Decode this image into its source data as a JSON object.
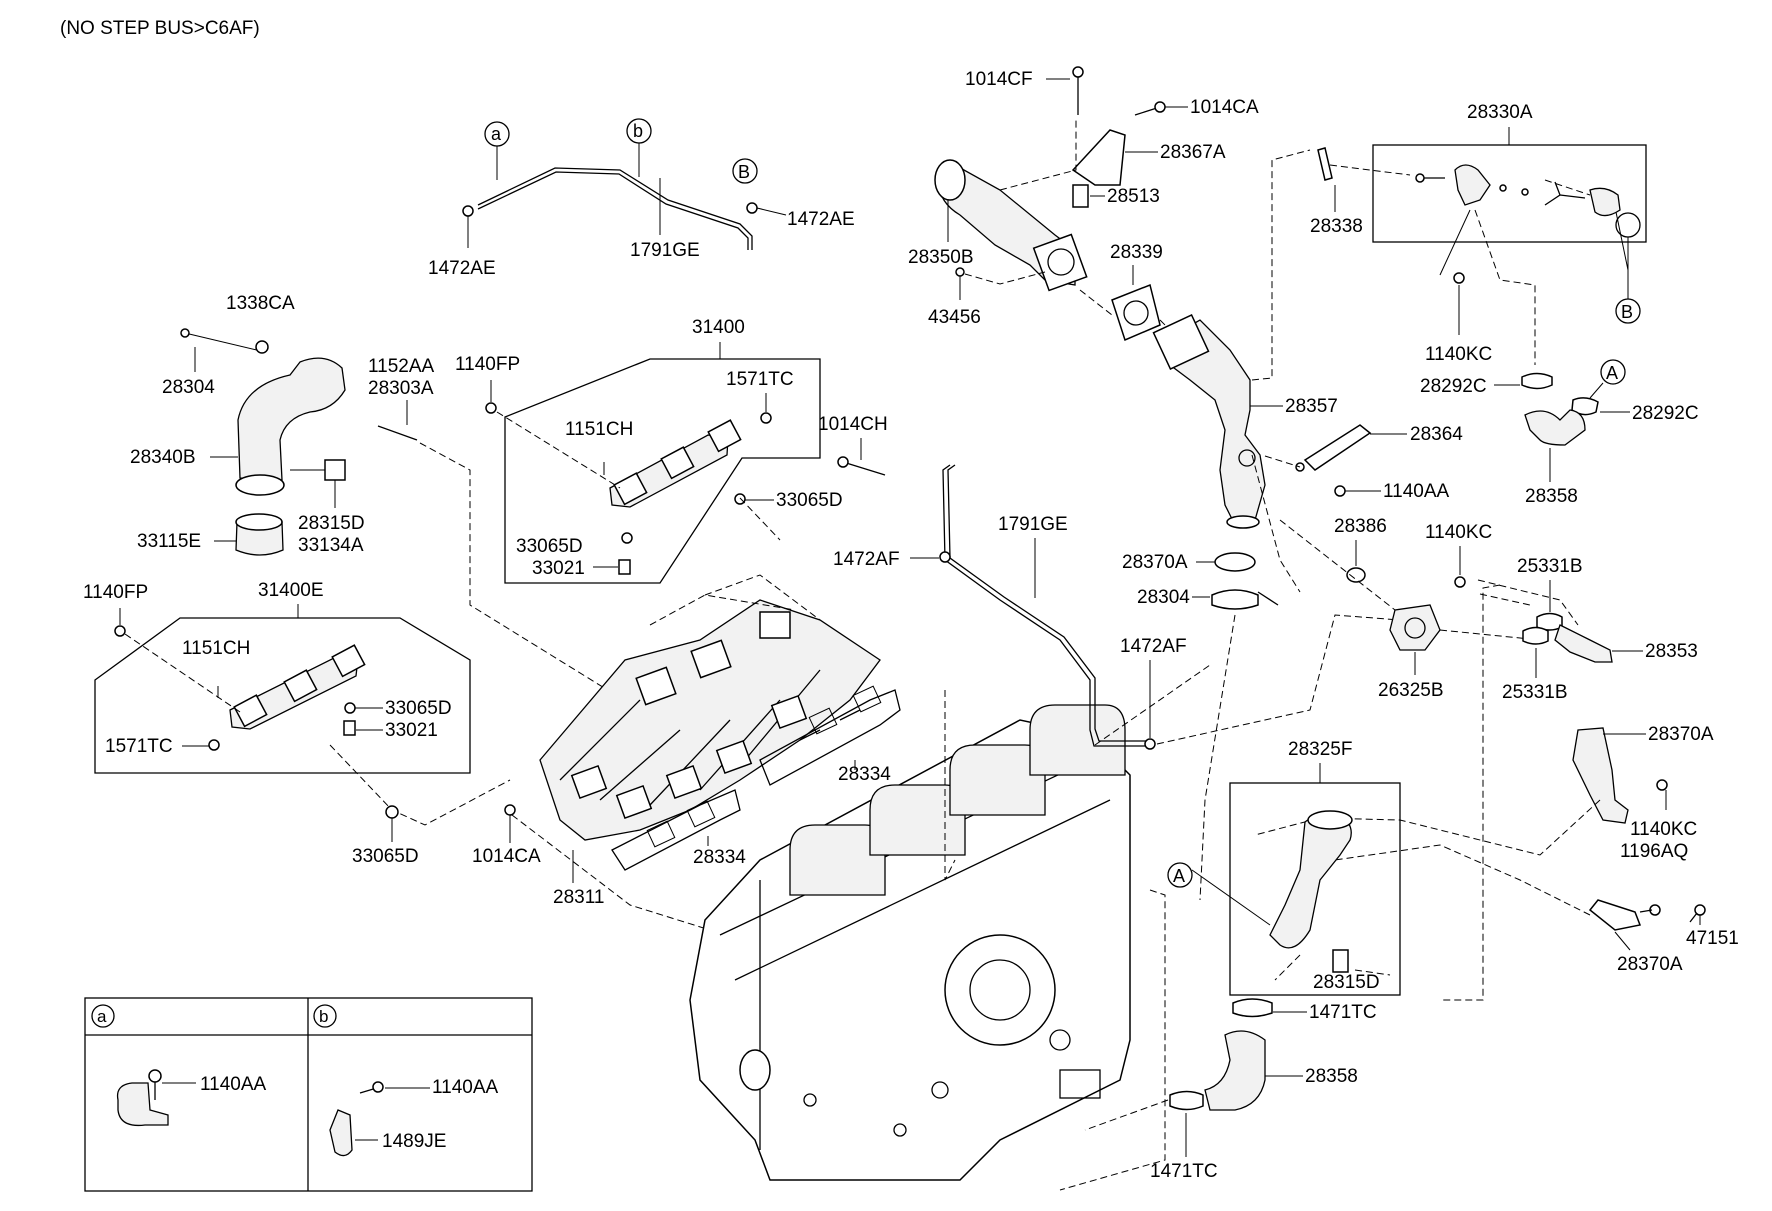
{
  "header": {
    "title": "(NO STEP BUS>C6AF)"
  },
  "callouts": {
    "a": "a",
    "b": "b",
    "A": "A",
    "B": "B"
  },
  "labels": {
    "p1472AE_left": "1472AE",
    "p1791GE_top": "1791GE",
    "p1472AE_right": "1472AE",
    "p1338CA": "1338CA",
    "p28304_left": "28304",
    "p1152AA": "1152AA",
    "p28303A": "28303A",
    "p28340B": "28340B",
    "p28315D_left": "28315D",
    "p33134A": "33134A",
    "p33115E": "33115E",
    "p31400": "31400",
    "p1140FP_top": "1140FP",
    "p1571TC_top": "1571TC",
    "p1151CH_top": "1151CH",
    "p33065D_top_right": "33065D",
    "p33065D_top_left": "33065D",
    "p33021_top": "33021",
    "p1014CH": "1014CH",
    "p1140FP_left": "1140FP",
    "p31400E": "31400E",
    "p1151CH_left": "1151CH",
    "p33065D_mid": "33065D",
    "p33021_left": "33021",
    "p1571TC_left": "1571TC",
    "p33065D_bottom": "33065D",
    "p1014CA_bottom": "1014CA",
    "p28311": "28311",
    "p28334_a": "28334",
    "p28334_b": "28334",
    "p1472AF_top": "1472AF",
    "p1791GE_mid": "1791GE",
    "p1472AF_bottom": "1472AF",
    "p1014CF": "1014CF",
    "p1014CA_top": "1014CA",
    "p28367A": "28367A",
    "p28513": "28513",
    "p28350B": "28350B",
    "p28339": "28339",
    "p43456": "43456",
    "p28357": "28357",
    "p28364": "28364",
    "p1140AA_right": "1140AA",
    "p28370A_mid": "28370A",
    "p28304_mid": "28304",
    "p28386": "28386",
    "p1140KC_mid": "1140KC",
    "p26325B": "26325B",
    "p28330A": "28330A",
    "p28338": "28338",
    "p1140KC_top": "1140KC",
    "p28292C_left": "28292C",
    "p28292C_right": "28292C",
    "p28358_top": "28358",
    "p25331B_top": "25331B",
    "p25331B_bottom": "25331B",
    "p28353": "28353",
    "p28370A_right": "28370A",
    "p1140KC_right": "1140KC",
    "p1196AQ": "1196AQ",
    "p47151": "47151",
    "p28370A_bottom": "28370A",
    "p28325F": "28325F",
    "p28315D_right": "28315D",
    "p1471TC_top": "1471TC",
    "p28358_bottom": "28358",
    "p1471TC_bottom": "1471TC"
  },
  "legend": {
    "a_key": "a",
    "b_key": "b",
    "a_part1": "1140AA",
    "b_part1": "1140AA",
    "b_part2": "1489JE"
  }
}
